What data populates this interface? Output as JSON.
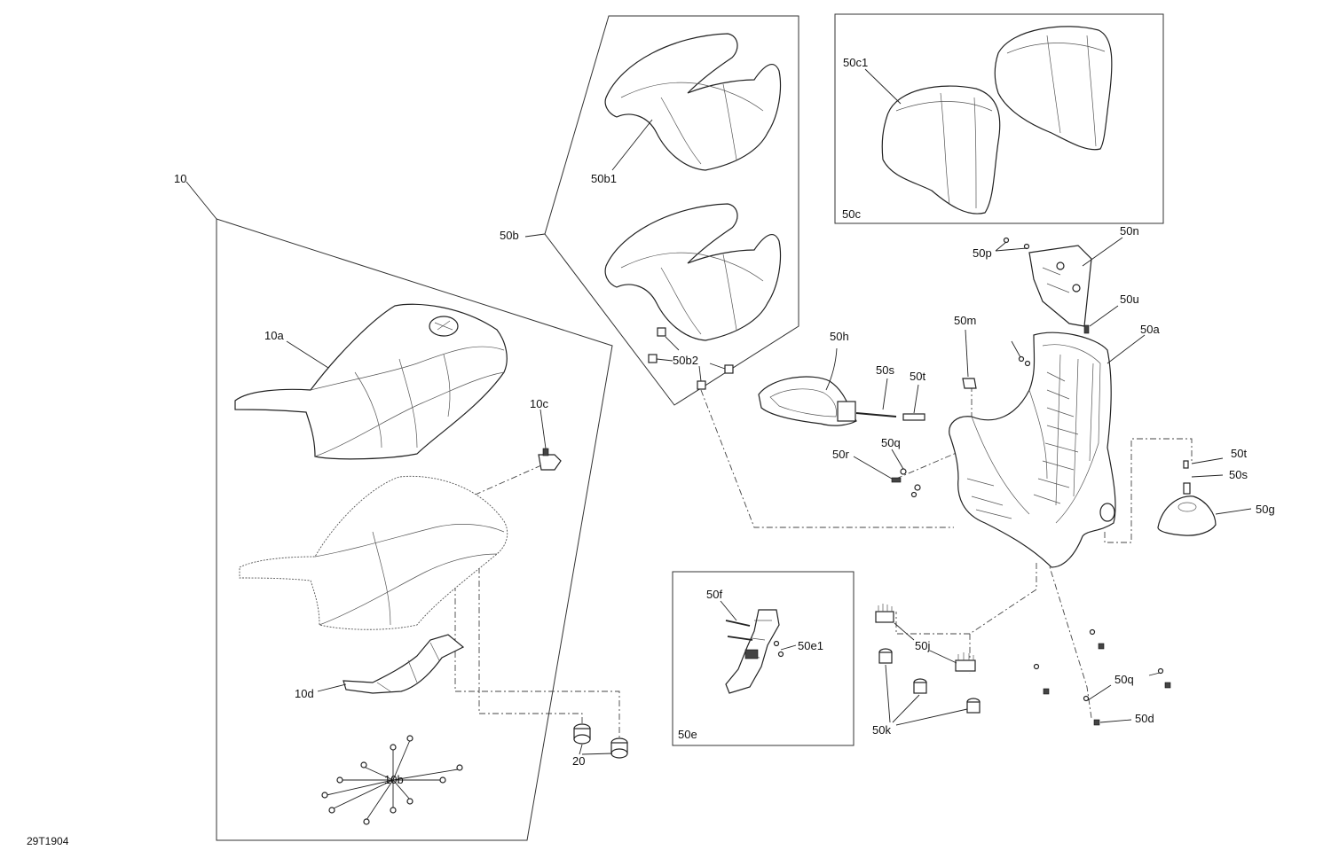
{
  "drawing_number": "29T1904",
  "labels": {
    "l10": "10",
    "l10a": "10a",
    "l10b": "10b",
    "l10c": "10c",
    "l10d": "10d",
    "l20": "20",
    "l50a": "50a",
    "l50b": "50b",
    "l50b1": "50b1",
    "l50b2": "50b2",
    "l50c": "50c",
    "l50c1": "50c1",
    "l50d": "50d",
    "l50e": "50e",
    "l50e1": "50e1",
    "l50f": "50f",
    "l50g": "50g",
    "l50h": "50h",
    "l50j": "50j",
    "l50k": "50k",
    "l50m": "50m",
    "l50n": "50n",
    "l50p": "50p",
    "l50q_top": "50q",
    "l50q_bottom": "50q",
    "l50r": "50r",
    "l50s_center": "50s",
    "l50s_right": "50s",
    "l50t_center": "50t",
    "l50t_right": "50t",
    "l50u": "50u"
  }
}
